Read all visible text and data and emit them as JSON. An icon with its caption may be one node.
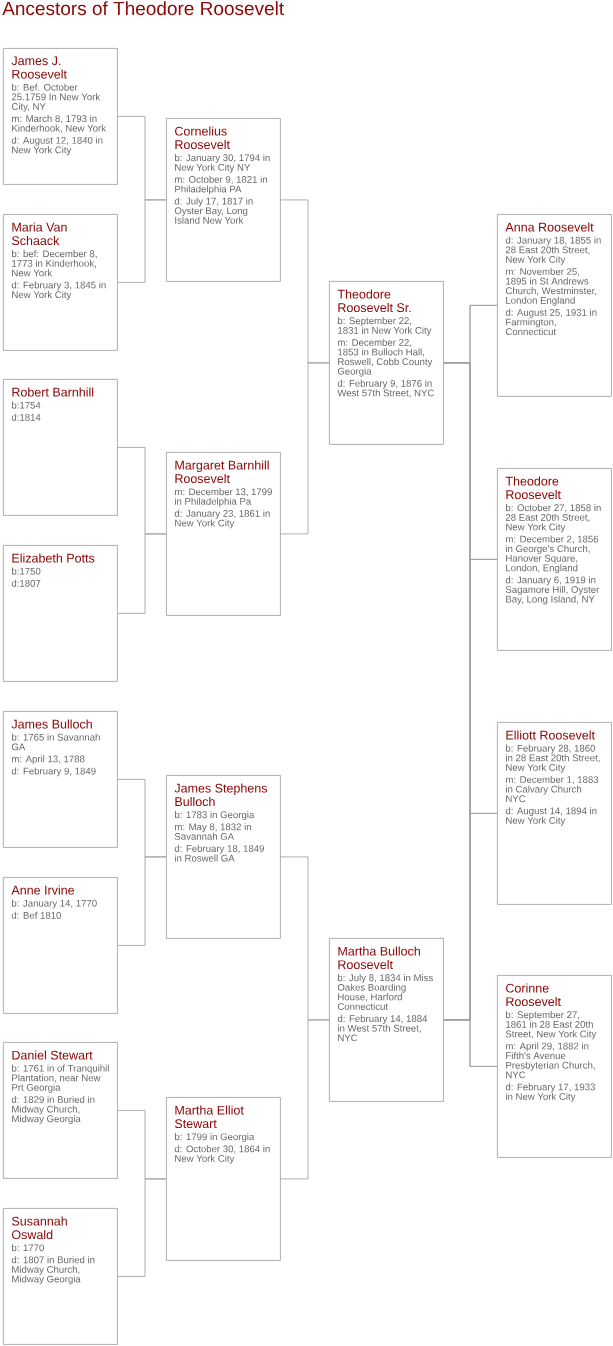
{
  "diagram": {
    "title": "Ancestors of Theodore Roosevelt",
    "nodes": [
      {
        "text": [
          "James J. Roosevelt",
          "b: Bef. October 25.1759 In New York City, NY",
          "m: March 8, 1793 in Kinderhook, New York",
          "d: August 12, 1840 in New York City"
        ]
      },
      {
        "text": [
          "Maria Van Schaack",
          "b: bef: December 8, 1773 in Kinderhook, New York",
          "d: February 3, 1845 in New York City"
        ]
      },
      {
        "text": [
          "Robert Barnhill",
          "b:1754",
          "d:1814"
        ]
      },
      {
        "text": [
          "Elizabeth Potts",
          "b:1750",
          "d:1807"
        ]
      },
      {
        "text": [
          "James Bulloch",
          "b: 1765 in Savannah GA",
          "m: April 13, 1788",
          "d: February 9, 1849"
        ]
      },
      {
        "text": [
          "Anne Irvine",
          "b: January 14, 1770",
          "d: Bef 1810"
        ]
      },
      {
        "text": [
          "Daniel Stewart",
          "b: 1761 in of Tranquihil Plantation, near New Prt Georgia",
          "d: 1829 in Buried in Midway Church, Midway Georgia"
        ]
      },
      {
        "text": [
          "Susannah Oswald",
          "b: 1770",
          "d: 1807 in Buried in Midway Church, Midway Georgia"
        ]
      },
      {
        "text": [
          "Cornelius Roosevelt",
          "b: January 30, 1794 in New York City NY",
          "m: October 9, 1821 in Philadelphia PA",
          "d: July 17, 1817 in Oyster Bay, Long Island New York"
        ]
      },
      {
        "text": [
          "Margaret Barnhill Roosevelt",
          "m: December 13, 1799 in Philadelphia Pa",
          "d: January 23, 1861 in New York City"
        ]
      },
      {
        "text": [
          "James Stephens Bulloch",
          "b: 1783 in Georgia",
          "m: May 8, 1832 in Savannah GA",
          "d: February 18, 1849 in Roswell GA"
        ]
      },
      {
        "text": [
          "Martha Elliot Stewart",
          "b: 1799 in Georgia",
          "d: October 30, 1864 in New York City"
        ]
      },
      {
        "text": [
          "Theodore Roosevelt Sr.",
          "b: September 22, 1831 in New York City",
          "m: December 22, 1853 in Bulloch Hall, Roswell, Cobb County Georgia",
          "d: February 9, 1876 in West 57th Street, NYC"
        ]
      },
      {
        "text": [
          "Martha Bulloch Roosevelt",
          "b: July 8, 1834 in Miss Oakes Boarding House, Harford Connecticut",
          "d: February 14, 1884 in West 57th Street, NYC"
        ]
      },
      {
        "text": [
          "Anna Roosevelt",
          "d: January 18, 1855 in 28 East 20th Street, New York City",
          "m: November 25, 1895 in St Andrews Church, Westminster, London England",
          "d: August 25, 1931 in Farmington, Connecticut"
        ]
      },
      {
        "text": [
          "Theodore Roosevelt",
          "b: October 27, 1858 in 28 East 20th Street, New York City",
          "m: December 2, 1856 in George's Church, Hanover Square, London, England",
          "d: January 6, 1919 in Sagamore Hill, Oyster Bay, Long Island, NY"
        ]
      },
      {
        "text": [
          "Elliott Roosevelt",
          "b: February 28, 1860 in 28 East 20th Street, New York City",
          "m: December 1, 1883 in Calvary Church NYC",
          "d: August 14, 1894 in New York City"
        ]
      },
      {
        "text": [
          "Corinne Roosevelt",
          "b: September 27, 1861 in 28 East 20th Street, New York City",
          "m: April 29, 1882 in Fifth's Avenue Presbyterian Church,  NYC",
          "d: February 17, 1933 in New York City"
        ]
      }
    ],
    "edges": [
      {
        "from": 0,
        "to": 8,
        "arrow": "none"
      },
      {
        "from": 1,
        "to": 8,
        "arrow": "none"
      },
      {
        "from": 2,
        "to": 9,
        "arrow": "none"
      },
      {
        "from": 3,
        "to": 9,
        "arrow": "none"
      },
      {
        "from": 4,
        "to": 10,
        "arrow": "none"
      },
      {
        "from": 5,
        "to": 10,
        "arrow": "none"
      },
      {
        "from": 6,
        "to": 11,
        "arrow": "none"
      },
      {
        "from": 7,
        "to": 11,
        "arrow": "none"
      },
      {
        "from": 8,
        "to": 12,
        "arrow": "none"
      },
      {
        "from": 9,
        "to": 12,
        "arrow": "none"
      },
      {
        "from": 10,
        "to": 13,
        "arrow": "none"
      },
      {
        "from": 11,
        "to": 13,
        "arrow": "none"
      },
      {
        "from": 12,
        "to": 14,
        "arrow": "none"
      },
      {
        "from": 12,
        "to": 15,
        "arrow": "none"
      },
      {
        "from": 12,
        "to": 16,
        "arrow": "none"
      },
      {
        "from": 12,
        "to": 17,
        "arrow": "none"
      },
      {
        "from": 13,
        "to": 14,
        "arrow": "none"
      },
      {
        "from": 13,
        "to": 15,
        "arrow": "none"
      },
      {
        "from": 13,
        "to": 16,
        "arrow": "none"
      },
      {
        "from": 13,
        "to": 17,
        "arrow": "none"
      }
    ]
  }
}
